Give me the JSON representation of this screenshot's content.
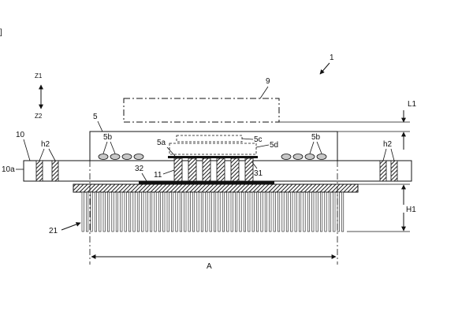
{
  "figure": {
    "corner_mark": "]",
    "labels": {
      "device": "1",
      "element_9": "9",
      "substrate_5": "5",
      "board_10": "10",
      "board_side_10a": "10a",
      "via_h2_left": "h2",
      "via_h2_right": "h2",
      "bump_5b_left": "5b",
      "bump_5b_right": "5b",
      "region_5c": "5c",
      "region_5d": "5d",
      "region_5a": "5a",
      "pillars_11": "11",
      "pad_32": "32",
      "pad_31": "31",
      "heatsink_21": "21",
      "dim_L1": "L1",
      "dim_H1": "H1",
      "dim_A": "A",
      "axis_z1": "Z1",
      "axis_z2": "Z2"
    }
  }
}
